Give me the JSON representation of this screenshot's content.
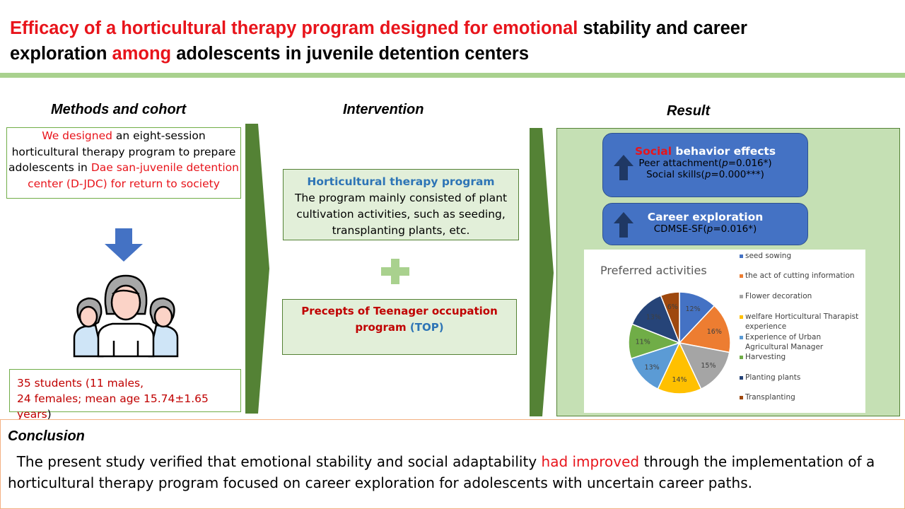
{
  "title": {
    "part1": "Efficacy of a horticultural therapy program designed for emotional",
    "part2": " stability and career",
    "part3": "exploration ",
    "part4": "among",
    "part5": " adolescents in juvenile detention centers"
  },
  "headings": {
    "methods": "Methods and cohort",
    "intervention": "Intervention",
    "result": "Result"
  },
  "methods": {
    "t1": "We designed",
    "t2": " an eight-session horticultural therapy program to prepare adolescents in ",
    "t3": "Dae san-juvenile detention center (D-JDC) for return to society",
    "cohort": "35 students (11 males, 24 females; mean age 15.74±1.65 years)",
    "cohort_end": ")",
    "cohort_line1": "35 students (11 males,",
    "cohort_line2": "24 females; mean age 15.74±1.65 years"
  },
  "intervention": {
    "htp_title": "Horticultural therapy program",
    "htp_text": "The program mainly consisted of plant cultivation activities, such as seeding, transplanting plants, etc.",
    "top_part1": "Precepts of Teenager occupation program ",
    "top_part2": "(TOP)"
  },
  "result": {
    "social_red": "Social",
    "social_rest": " behavior effects",
    "peer": "Peer attachment(",
    "peer_p": "p",
    "peer_end": "=0.016*)",
    "skills": "Social skills(",
    "skills_p": "p",
    "skills_end": "=0.000***)",
    "career_title": "Career exploration",
    "cdmse": "CDMSE-SF(",
    "cdmse_p": "p",
    "cdmse_end": "=0.016*)"
  },
  "conclusion": {
    "heading": "Conclusion",
    "t1": "The present study verified that emotional stability and social adaptability ",
    "t2": "had improved",
    "t3": " through the implementation of a horticultural therapy program focused on career exploration for adolescents with uncertain career paths."
  },
  "colors": {
    "title_red": "#e8141b",
    "green_accent": "#548235",
    "light_green": "#c5e0b4",
    "blue_box": "#4472c4"
  },
  "chart_data": {
    "type": "pie",
    "title": "Preferred activities",
    "categories": [
      "seed sowing",
      "the act of cutting information",
      "Flower decoration",
      "welfare Horticultural Tharapist experience",
      "Experience of Urban Agricultural Manager",
      "Harvesting",
      "Planting plants",
      "Transplanting"
    ],
    "values": [
      12,
      16,
      15,
      14,
      13,
      11,
      13,
      6
    ],
    "labels": [
      "12%",
      "16%",
      "15%",
      "14%",
      "13%",
      "11%",
      "13%",
      "6%"
    ],
    "colors": [
      "#4472c4",
      "#ed7d31",
      "#a5a5a5",
      "#ffc000",
      "#5b9bd5",
      "#70ad47",
      "#264478",
      "#9e480e"
    ],
    "legend_position": "right"
  }
}
